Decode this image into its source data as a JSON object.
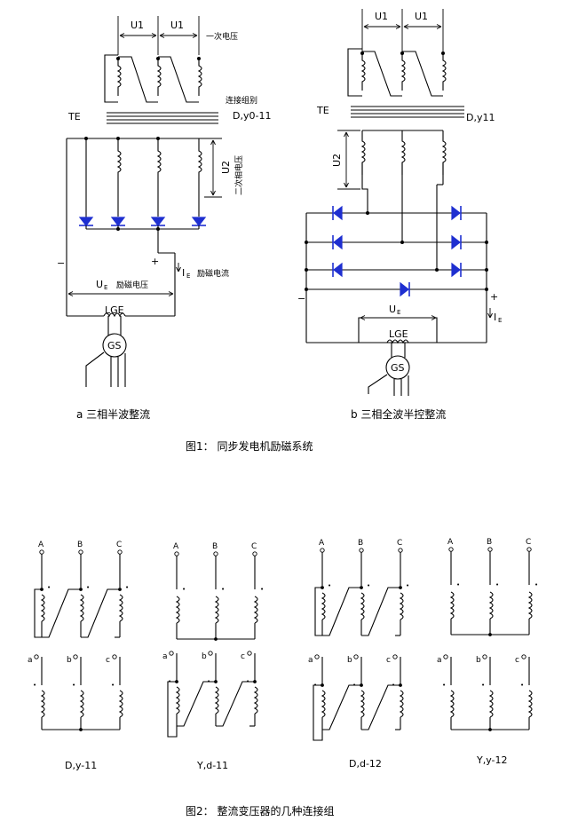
{
  "fig1": {
    "left": {
      "u1_a": "U1",
      "u1_b": "U1",
      "primary_voltage": "一次电压",
      "connection_group_label": "连接组别",
      "group": "D,y0-11",
      "te": "TE",
      "u2": "U2",
      "secondary_phase_voltage": "二次相电压",
      "minus": "−",
      "plus": "+",
      "ie": "I",
      "ie_sub": "E",
      "excitation_current": "励磁电流",
      "ue": "U",
      "ue_sub": "E",
      "excitation_voltage": "励磁电压",
      "lge": "LGE",
      "gs": "GS",
      "caption": "a  三相半波整流"
    },
    "right": {
      "u1_a": "U1",
      "u1_b": "U1",
      "te": "TE",
      "group": "D,y11",
      "u2": "U2",
      "minus": "−",
      "plus": "+",
      "ue": "U",
      "ue_sub": "E",
      "ie": "I",
      "ie_sub": "E",
      "lge": "LGE",
      "gs": "GS",
      "caption": "b  三相全波半控整流"
    },
    "title": "图1：  同步发电机励磁系统"
  },
  "fig2": {
    "upper_terminals": [
      "A",
      "B",
      "C"
    ],
    "lower_terminals": [
      "a",
      "b",
      "c"
    ],
    "labels": [
      "D,y-11",
      "Y,d-11",
      "D,d-12",
      "Y,y-12"
    ],
    "title": "图2：  整流变压器的几种连接组"
  }
}
